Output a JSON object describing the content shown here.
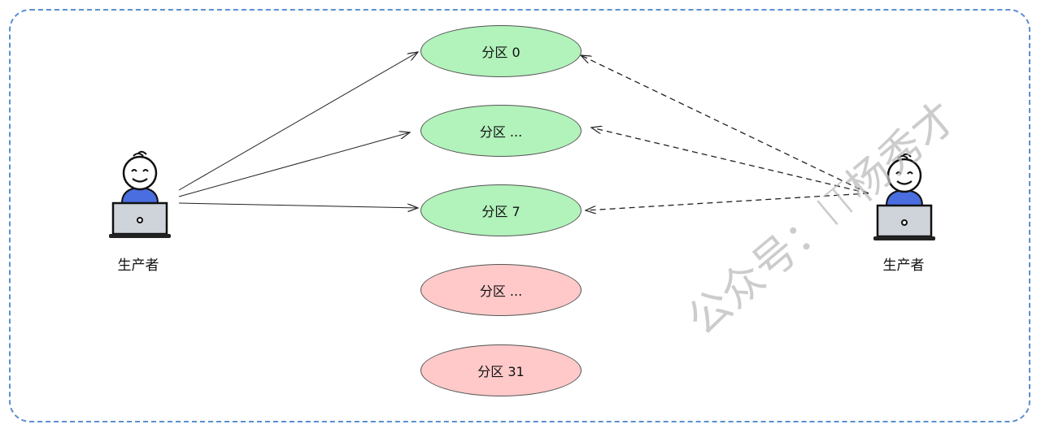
{
  "partitions": [
    {
      "label": "分区 0",
      "color": "#b2f2bb"
    },
    {
      "label": "分区 ...",
      "color": "#b2f2bb"
    },
    {
      "label": "分区 7",
      "color": "#b2f2bb"
    },
    {
      "label": "分区 ...",
      "color": "#ffc9c9"
    },
    {
      "label": "分区 31",
      "color": "#ffc9c9"
    }
  ],
  "left_actor": {
    "label": "生产者",
    "icon": "person-laptop-icon"
  },
  "right_actor": {
    "label": "生产者",
    "icon": "person-laptop-icon"
  },
  "watermark": "公众号：IT杨秀才",
  "colors": {
    "border": "#5b8fd0",
    "shirt": "#4a6ee0",
    "laptop": "#ced4da"
  }
}
